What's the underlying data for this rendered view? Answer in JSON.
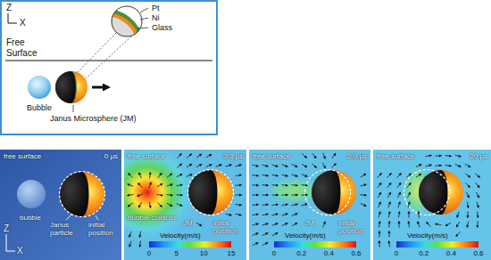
{
  "diagram": {
    "nodes": [
      {
        "text": [
          "Z",
          "X",
          "Pt",
          "Ni",
          "Glass",
          "Free Surface",
          "Bubble",
          "Janus Microsphere (JM)"
        ]
      },
      {
        "text": [
          "free surface",
          "0 μs",
          "bubble",
          "Janus particle",
          "initial position"
        ]
      },
      {
        "text": [
          "free surface",
          "0.3 μs",
          "bubble collapse",
          "JM",
          "initial position",
          "Velocity(m/s)",
          "0",
          "5",
          "10",
          "15"
        ]
      },
      {
        "text": [
          "free surface",
          "2.0 μs",
          "JM",
          "initial position",
          "Velocity(m/s)",
          "0",
          "0.2",
          "0.4",
          "0.6"
        ]
      },
      {
        "text": [
          "free surface",
          "20 μs",
          "Velocity(m/s)",
          "0",
          "0.2",
          "0.4",
          "0.6"
        ]
      }
    ],
    "edges": [],
    "labels": [
      "Z",
      "X"
    ]
  }
}
